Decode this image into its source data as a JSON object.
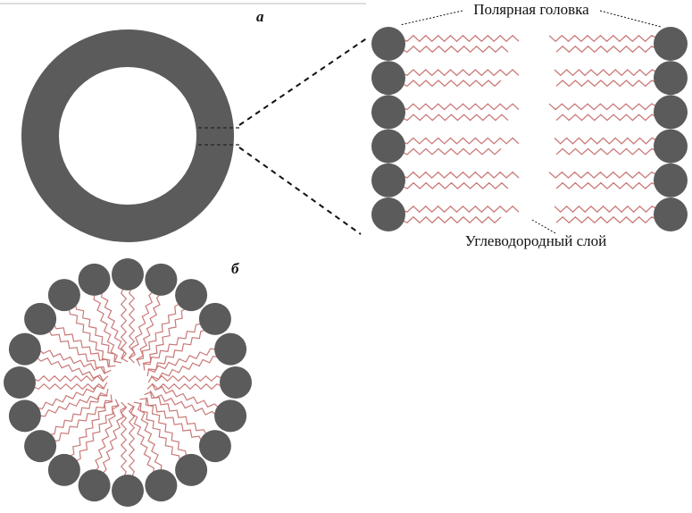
{
  "labels": {
    "panel_a": "а",
    "panel_b": "б",
    "polar_head": "Полярная головка",
    "hydrocarbon_layer": "Углеводородный слой"
  },
  "colors": {
    "head": "#5b5b5b",
    "tail": "#c97a78",
    "ring": "#5b5b5b",
    "leader": "#111111",
    "background": "#ffffff"
  },
  "bilayer": {
    "rows": 6,
    "left_tails_per_head": 2,
    "right_tails_per_head": 2
  },
  "micelle": {
    "molecules": 20
  }
}
